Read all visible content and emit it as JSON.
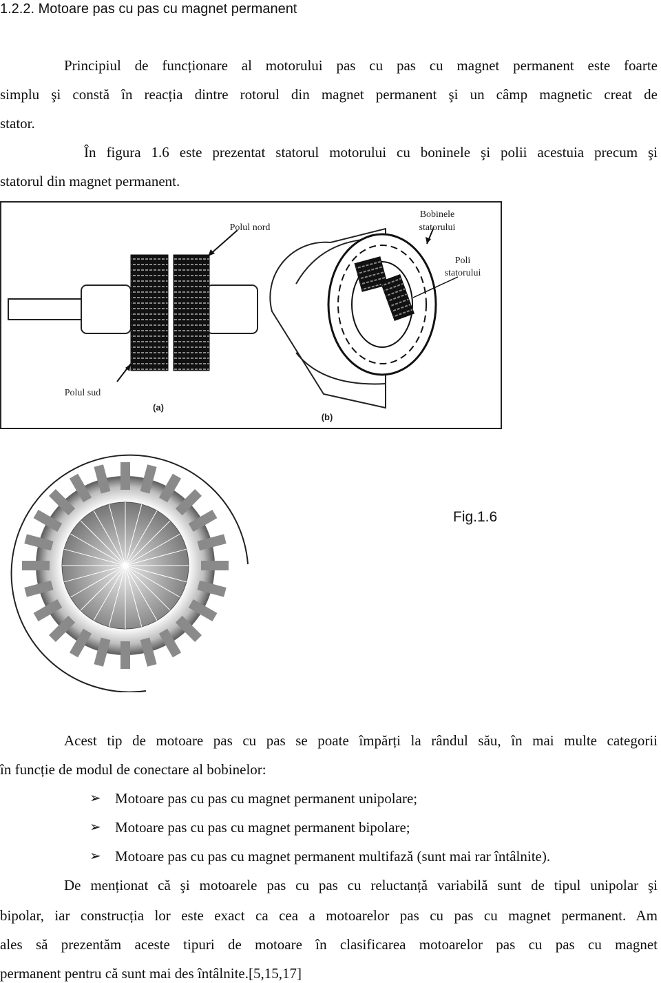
{
  "heading": "1.2.2. Motoare pas cu pas cu magnet permanent",
  "para1": {
    "line1": "Principiul de funcționare al motorului pas cu pas cu magnet permanent este foarte",
    "line2": "simplu şi constă în reacția dintre rotorul din magnet permanent şi un câmp magnetic creat de",
    "line3": "stator."
  },
  "para2": {
    "line1": "În figura 1.6 este prezentat statorul motorului cu boninele şi polii acestuia precum şi",
    "line2": "statorul din magnet permanent."
  },
  "figure": {
    "label_north": "Polul nord",
    "label_coils_1": "Bobinele",
    "label_coils_2": "statorului",
    "label_poles_1": "Poli",
    "label_poles_2": "statorului",
    "label_south": "Polul sud",
    "label_a": "(a)",
    "label_b": "(b)",
    "caption": "Fig.1.6"
  },
  "para3": {
    "line1": "Acest tip de motoare pas cu pas se poate împărți la rândul său,  în mai multe categorii",
    "line2": "în funcție de modul de conectare al bobinelor:"
  },
  "bullets": [
    "Motoare pas cu pas cu magnet permanent unipolare;",
    "Motoare pas cu pas cu magnet permanent bipolare;",
    "Motoare pas cu pas cu magnet permanent multifază (sunt mai rar întâlnite)."
  ],
  "para4": {
    "line1": "De menționat că şi motoarele pas cu pas cu reluctanță variabilă sunt de tipul unipolar şi",
    "line2": "bipolar, iar construcția lor este exact ca cea a motoarelor pas cu pas cu magnet permanent. Am",
    "line3": "ales să prezentăm aceste tipuri de motoare în clasificarea motoarelor pas cu pas cu magnet",
    "line4": "permanent pentru că sunt mai des întâlnite.[5,15,17]"
  }
}
